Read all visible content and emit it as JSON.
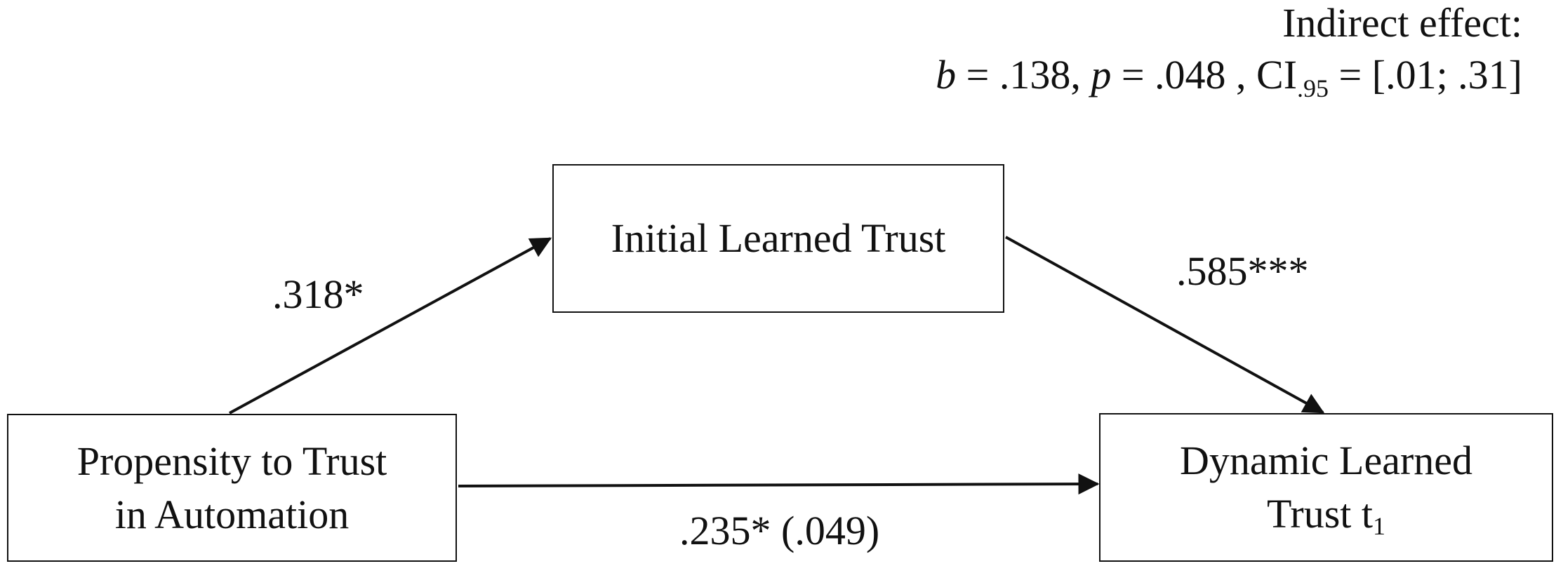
{
  "indirect_effect": {
    "title": "Indirect effect:",
    "b_label": "b",
    "b_value": " = .138, ",
    "p_label": "p",
    "p_value": " = .048 , CI",
    "ci_sub": ".95",
    "ci_value": " = [.01; .31]"
  },
  "nodes": {
    "mediator": {
      "label": "Initial Learned Trust"
    },
    "predictor": {
      "line1": "Propensity to Trust",
      "line2": "in Automation"
    },
    "outcome": {
      "line1": "Dynamic Learned",
      "line2": "Trust t",
      "line2_sub": "1"
    }
  },
  "paths": {
    "a": ".318*",
    "b": ".585***",
    "c": ".235* (.049)"
  },
  "colors": {
    "line": "#111111",
    "background": "#ffffff"
  }
}
